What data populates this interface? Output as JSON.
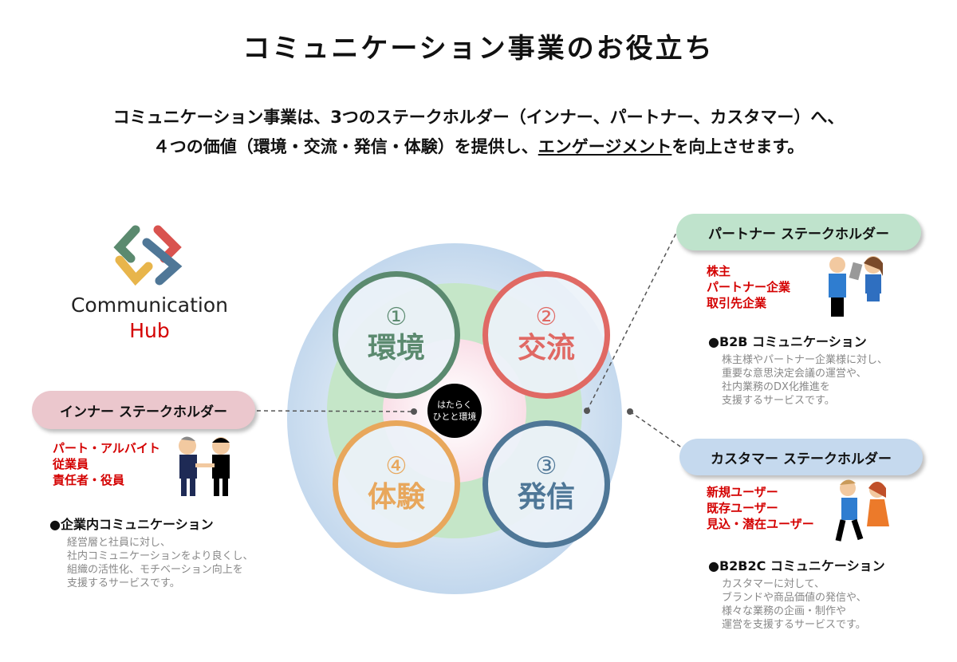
{
  "title": "コミュニケーション事業のお役立ち",
  "subtitle": {
    "line1": "コミュニケーション事業は、3つのステークホルダー（インナー、パートナー、カスタマー）へ、",
    "line2_pre": "４つの価値（環境・交流・発信・体験）を提供し、",
    "line2_underline": "エンゲージメント",
    "line2_post": "を向上させます。"
  },
  "logo": {
    "line1": "Communication",
    "line2": "Hub"
  },
  "center": {
    "line1": "はたらく",
    "line2": "ひとと環境"
  },
  "values": [
    {
      "num": "①",
      "label": "環境",
      "color": "#5b8a6f"
    },
    {
      "num": "②",
      "label": "交流",
      "color": "#e06964"
    },
    {
      "num": "③",
      "label": "発信",
      "color": "#4f7797"
    },
    {
      "num": "④",
      "label": "体験",
      "color": "#e8a75c"
    }
  ],
  "inner": {
    "label": "インナー ステークホルダー",
    "members": [
      "パート・アルバイト",
      "従業員",
      "責任者・役員"
    ],
    "heading": "●企業内コミュニケーション",
    "desc": [
      "経営層と社員に対し、",
      "社内コミュニケーションをより良くし、",
      "組織の活性化、モチベーション向上を",
      "支援するサービスです。"
    ]
  },
  "partner": {
    "label": "パートナー ステークホルダー",
    "members": [
      "株主",
      "パートナー企業",
      "取引先企業"
    ],
    "heading": "●B2B コミュニケーション",
    "desc": [
      "株主様やパートナー企業様に対し、",
      "重要な意思決定会議の運営や、",
      "社内業務のDX化推進を",
      "支援するサービスです。"
    ]
  },
  "customer": {
    "label": "カスタマー ステークホルダー",
    "members": [
      "新規ユーザー",
      "既存ユーザー",
      "見込・潜在ユーザー"
    ],
    "heading": "●B2B2C コミュニケーション",
    "desc": [
      "カスタマーに対して、",
      "ブランドや商品価値の発信や、",
      "様々な業務の企画・制作や",
      "運営を支援するサービスです。"
    ]
  }
}
